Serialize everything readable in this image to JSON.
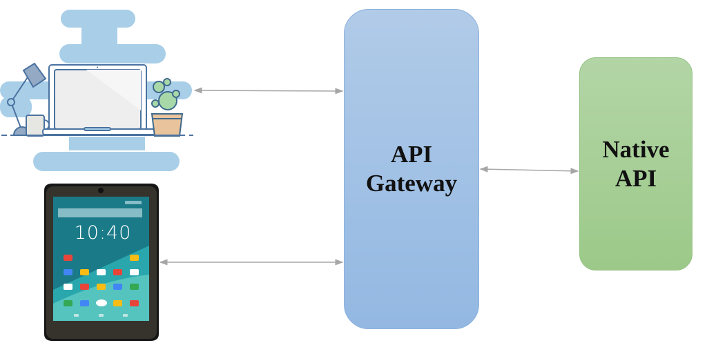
{
  "diagram": {
    "nodes": [
      {
        "id": "laptop",
        "label": "Laptop client",
        "icon": "laptop-desk-illustration"
      },
      {
        "id": "tablet",
        "label": "Tablet client",
        "icon": "tablet-device-illustration",
        "clock": "10:40"
      },
      {
        "id": "gateway",
        "label": "API\nGateway",
        "color": "#a6c3e6"
      },
      {
        "id": "native",
        "label": "Native\nAPI",
        "color": "#a8cf97"
      }
    ],
    "edges": [
      {
        "from": "laptop",
        "to": "gateway",
        "direction": "bidirectional"
      },
      {
        "from": "tablet",
        "to": "gateway",
        "direction": "bidirectional"
      },
      {
        "from": "gateway",
        "to": "native",
        "direction": "bidirectional"
      }
    ],
    "colors": {
      "arrow": "#a6a6a6",
      "cloud": "#a9cfe8",
      "outline": "#4a72a0"
    }
  }
}
